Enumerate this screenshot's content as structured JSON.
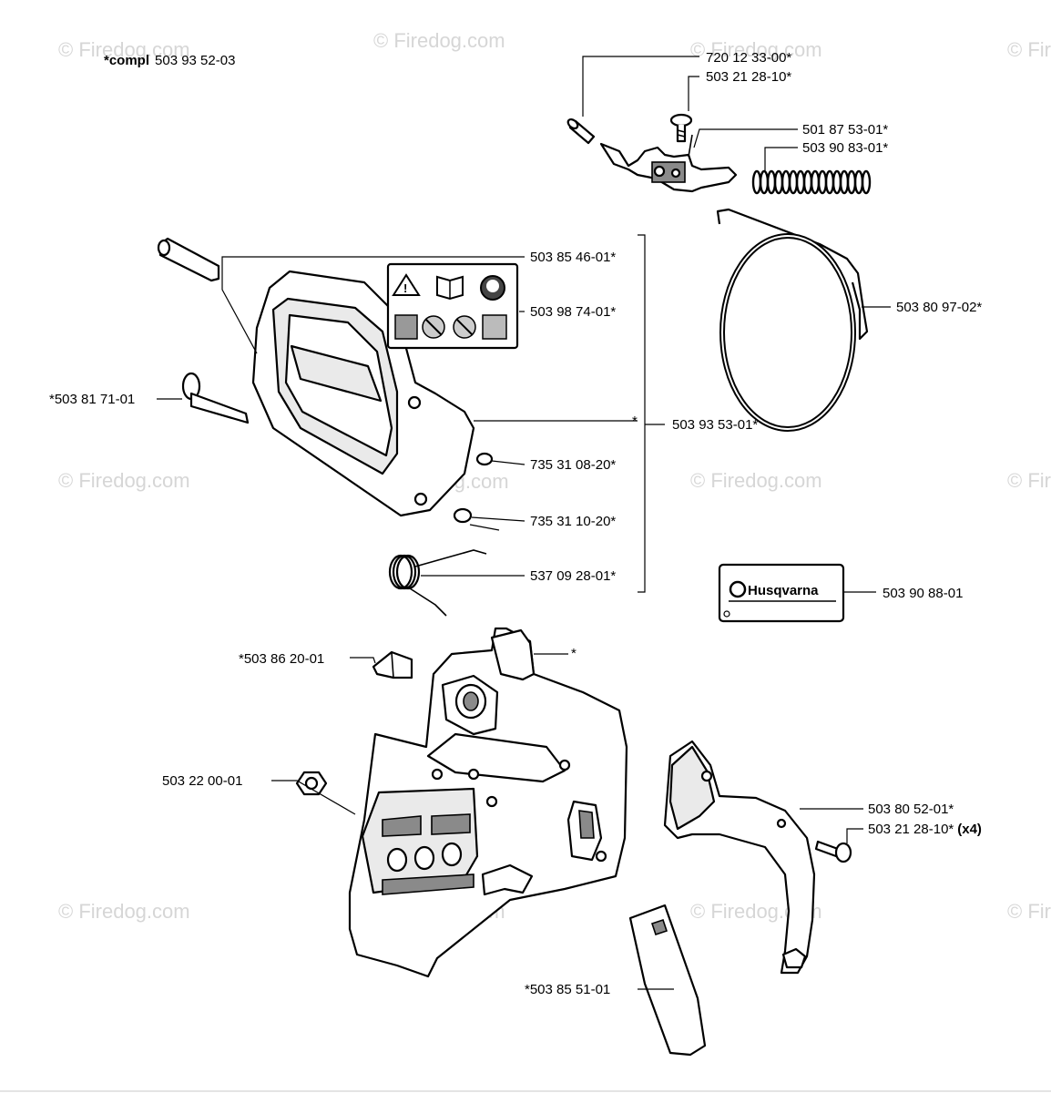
{
  "header": {
    "compl_prefix": "*compl",
    "compl_number": "503 93 52-03"
  },
  "watermark": "© Firedog.com",
  "logo_text": "Husqvarna",
  "labels": {
    "p1": "720 12 33-00*",
    "p2": "503 21 28-10*",
    "p3": "501 87 53-01*",
    "p4": "503 90 83-01*",
    "p5": "503 85 46-01*",
    "p6": "503 98 74-01*",
    "p7": "503 80 97-02*",
    "p8": "*503 81 71-01",
    "p9": "*",
    "p10": "503 93 53-01*",
    "p11": "735 31 08-20*",
    "p12": "735 31 10-20*",
    "p13": "537 09 28-01*",
    "p14": "503 90 88-01",
    "p15": "*503 86 20-01",
    "p16": "*",
    "p17": "503 22 00-01",
    "p18": "503 80 52-01*",
    "p19": "503 21 28-10*",
    "p19_qty": "(x4)",
    "p20": "*503 85 51-01"
  }
}
